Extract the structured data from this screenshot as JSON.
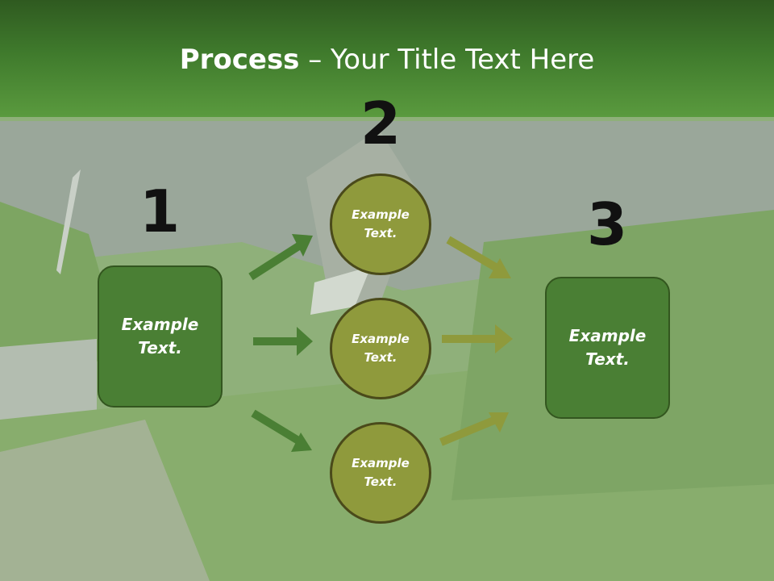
{
  "title": {
    "bold": "Process",
    "rest": " – Your Title Text Here"
  },
  "numbers": [
    "1",
    "2",
    "3"
  ],
  "left_box": {
    "line1": "Example",
    "line2": "Text."
  },
  "circles": [
    {
      "line1": "Example",
      "line2": "Text."
    },
    {
      "line1": "Example",
      "line2": "Text."
    },
    {
      "line1": "Example",
      "line2": "Text."
    }
  ],
  "right_box": {
    "line1": "Example",
    "line2": "Text."
  },
  "colors": {
    "header": "#3f7a2c",
    "box": "#4a7f34",
    "circle": "#8f9a3c",
    "arrow_green": "#4a7f34",
    "arrow_olive": "#8f9a3c"
  }
}
